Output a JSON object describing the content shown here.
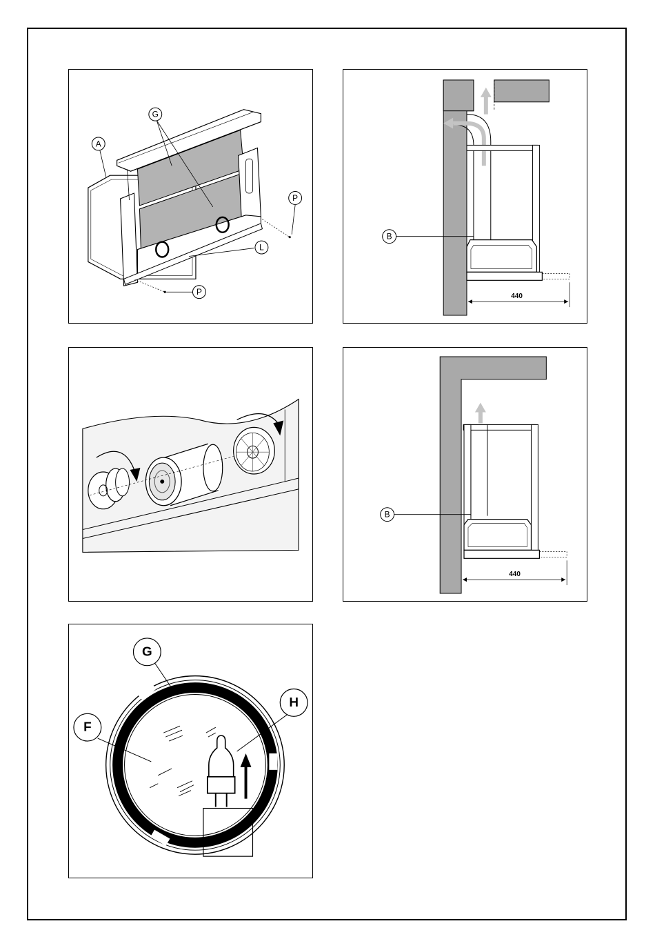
{
  "figure1": {
    "labels": {
      "a": "A",
      "g": "G",
      "p_right": "P",
      "p_bottom": "P",
      "l": "L"
    }
  },
  "figure2": {
    "labels": {
      "b": "B"
    },
    "dimension": "440"
  },
  "figure4": {
    "labels": {
      "b": "B"
    },
    "dimension": "440"
  },
  "figure5": {
    "labels": {
      "g": "G",
      "h": "H",
      "f": "F"
    }
  },
  "colors": {
    "wall": "#a9a9a9",
    "filter": "#b3b3b3",
    "ink": "#000000",
    "arrow": "#c4c4c4"
  }
}
